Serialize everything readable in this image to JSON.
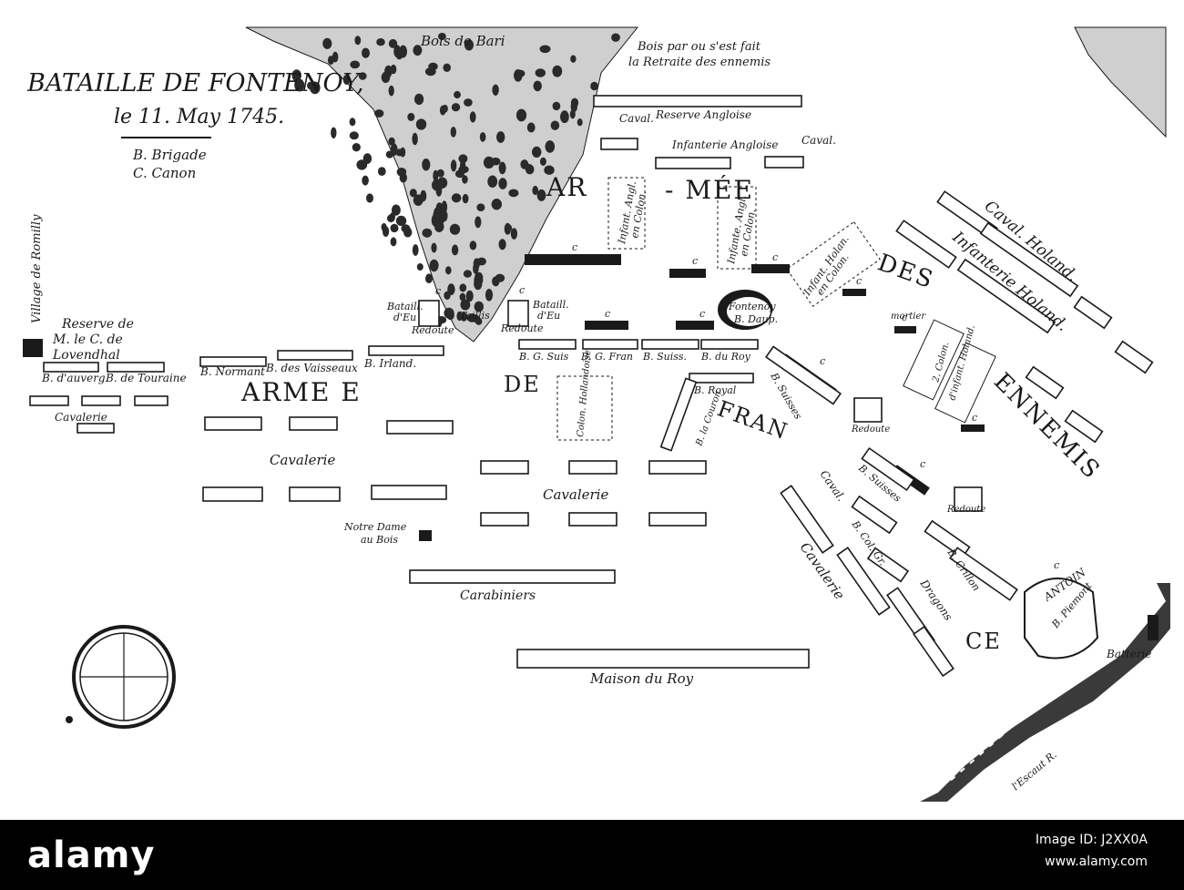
{
  "title": "BATAILLE DE FONTENOY,",
  "date": "le 11. May 1745.",
  "legend": [
    "B. Brigade",
    "C. Canon"
  ],
  "labels": {
    "bois_de_bari": "Bois de Bari",
    "bois_retraite_1": "Bois par ou s'est fait",
    "bois_retraite_2": "la Retraite des ennemis",
    "village_romilly": "Village de Romilly",
    "reserve_1": "Reserve de",
    "reserve_2": "M. le C. de",
    "reserve_3": "Lovendhal",
    "b_auvergne": "B. d'auverg.",
    "b_touraine": "B. de Touraine",
    "cavalerie_left": "Cavalerie",
    "b_normant": "B. Normant",
    "b_vaisseaux": "B. des Vaisseaux",
    "b_irland": "B. Irland.",
    "cavalerie_center": "Cavalerie",
    "cavalerie_center2": "Cavalerie",
    "notre_dame_1": "Notre Dame",
    "notre_dame_2": "au Bois",
    "carabiniers": "Carabiniers",
    "maison_du_roy": "Maison du Roy",
    "batail_eu_1_a": "Bataill.",
    "batail_eu_1_b": "d'Eu",
    "batail_eu_2_a": "Bataill.",
    "batail_eu_2_b": "d'Eu",
    "redoute_1": "Redoute",
    "redoute_2": "Redoute",
    "taillis": "Taillis",
    "b_g_suis": "B. G. Suis",
    "b_g_fran": "B. G. Fran",
    "b_suiss": "B. Suiss.",
    "b_du_roy": "B. du Roy",
    "b_royal": "B. Royal",
    "b_la_couronne": "B. la Couron",
    "colonne_1": "Colon. Hollandoise",
    "caval_top": "Caval.",
    "reserve_angloise": "Reserve Angloise",
    "caval_top2": "Caval.",
    "infanterie_angloise": "Infanterie Angloise",
    "infant_angl_colon_1": "Infant. Angl.",
    "infant_angl_colon_2": "en Colon.",
    "infant_angl2_1": "Infante. Angl.",
    "infant_angl2_2": "en Colon.",
    "infant_holan_1": "Infant. Holan.",
    "infant_holan_2": "en Colon.",
    "fontenoy": "Fontenoy",
    "b_dauph": "B. Daup.",
    "mortier": "mortier",
    "colon_holand_1": "2. Colon.",
    "colon_holand_2": "d'infant. Holand.",
    "caval_holand": "Caval. Holand.",
    "infanterie_holand": "Infanterie Holand.",
    "b_suisses": "B. Suisses",
    "redoute_r1": "Redoute",
    "b_suisses2": "B. Suisses",
    "redoute_r2": "Redoute",
    "caval_right": "Caval.",
    "b_col_gr": "B. Col. Gr.",
    "b_crillon": "B. Crillon",
    "dragons": "Dragons",
    "cavalerie_right": "Cavalerie",
    "antoin": "ANTOIN",
    "b_piemont": "B. Piemont",
    "batterie": "Batterie",
    "escaut": "l'Escaut R.",
    "canon_mark": "c"
  },
  "army_names": {
    "armee_france_1": "ARME E",
    "armee_france_2": "DE",
    "armee_france_3": "FRAN",
    "armee_france_4": "CE",
    "armee_ennemis_1": "AR",
    "armee_ennemis_2": "- MÉE",
    "armee_ennemis_3": "DES",
    "armee_ennemis_4": "ENNEMIS"
  },
  "watermark": {
    "logo": "alamy",
    "line1": "Image ID: J2XX0A",
    "line2": "www.alamy.com"
  },
  "colors": {
    "ink": "#1a1a1a",
    "paper": "#ffffff",
    "watermark": "#000000"
  }
}
